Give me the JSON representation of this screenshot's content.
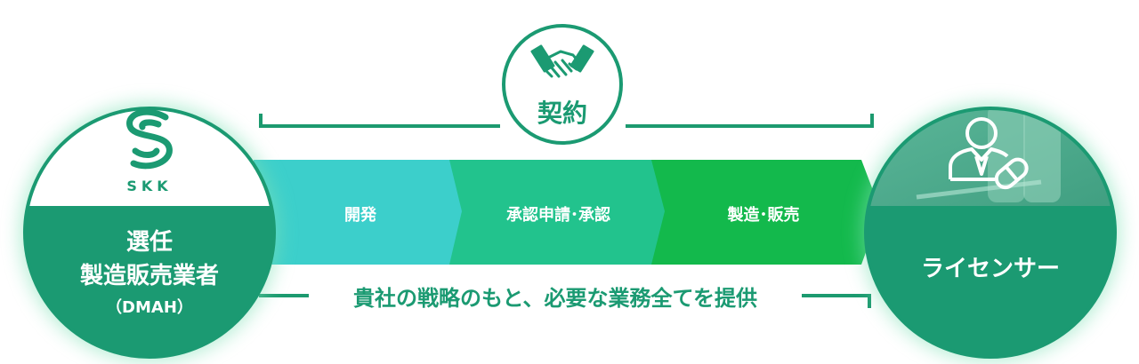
{
  "contract": {
    "label": "契約",
    "icon": "handshake-icon"
  },
  "left_node": {
    "logo_text": "SKK",
    "logo_icon": "skk-swirl-logo",
    "title_line1": "選任",
    "title_line2": "製造販売業者",
    "title_line3": "（DMAH）"
  },
  "right_node": {
    "label": "ライセンサー",
    "icon": "user-pill-icon"
  },
  "process_steps": [
    {
      "label": "開発"
    },
    {
      "label": "承認申請･承認"
    },
    {
      "label": "製造･販売"
    }
  ],
  "bottom_caption": "貴社の戦略のもと、必要な業務全てを提供",
  "colors": {
    "primary_green": "#1b9a72",
    "teal_cyan": "#3ccfcb",
    "mid_green": "#22c38d",
    "bright_green": "#13b94c",
    "line_green": "#1c9a6f"
  }
}
